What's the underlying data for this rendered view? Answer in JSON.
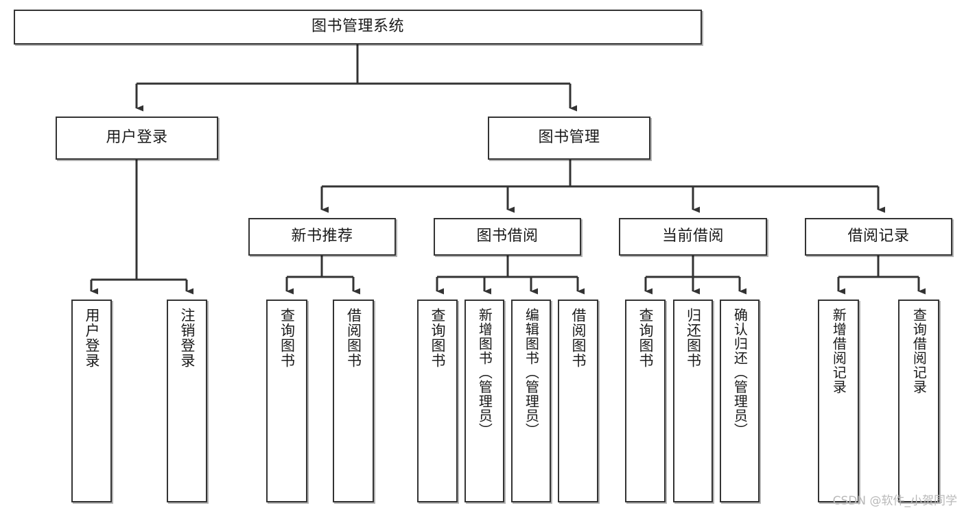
{
  "diagram": {
    "title": "图书管理系统",
    "type": "tree-hierarchy-diagram",
    "root": {
      "id": "root",
      "label": "图书管理系统"
    },
    "level2": [
      {
        "id": "user-login",
        "label": "用户登录"
      },
      {
        "id": "book-management",
        "label": "图书管理"
      }
    ],
    "level3": [
      {
        "id": "new-book-recommend",
        "label": "新书推荐",
        "parent": "book-management"
      },
      {
        "id": "book-borrow",
        "label": "图书借阅",
        "parent": "book-management"
      },
      {
        "id": "current-borrow",
        "label": "当前借阅",
        "parent": "book-management"
      },
      {
        "id": "borrow-record",
        "label": "借阅记录",
        "parent": "book-management"
      }
    ],
    "leaves": {
      "user_login": [
        {
          "id": "leaf-user-login",
          "label": "用户登录"
        },
        {
          "id": "leaf-logout",
          "label": "注销登录"
        }
      ],
      "new_book_recommend": [
        {
          "id": "leaf-query-book-1",
          "label": "查询图书"
        },
        {
          "id": "leaf-borrow-book-1",
          "label": "借阅图书"
        }
      ],
      "book_borrow": [
        {
          "id": "leaf-query-book-2",
          "label": "查询图书"
        },
        {
          "id": "leaf-add-book",
          "label": "新增图书（管理员）"
        },
        {
          "id": "leaf-edit-book",
          "label": "编辑图书（管理员）"
        },
        {
          "id": "leaf-borrow-book-2",
          "label": "借阅图书"
        }
      ],
      "current_borrow": [
        {
          "id": "leaf-query-book-3",
          "label": "查询图书"
        },
        {
          "id": "leaf-return-book",
          "label": "归还图书"
        },
        {
          "id": "leaf-confirm-return",
          "label": "确认归还（管理员）"
        }
      ],
      "borrow_record": [
        {
          "id": "leaf-add-record",
          "label": "新增借阅记录"
        },
        {
          "id": "leaf-query-record",
          "label": "查询借阅记录"
        }
      ]
    }
  },
  "watermark": {
    "text": "CSDN @软件_小贺同学"
  },
  "colors": {
    "border": "#333333",
    "background": "#ffffff",
    "text": "#1a1a1a",
    "connector": "#333333",
    "watermark": "#b9b9b9"
  }
}
